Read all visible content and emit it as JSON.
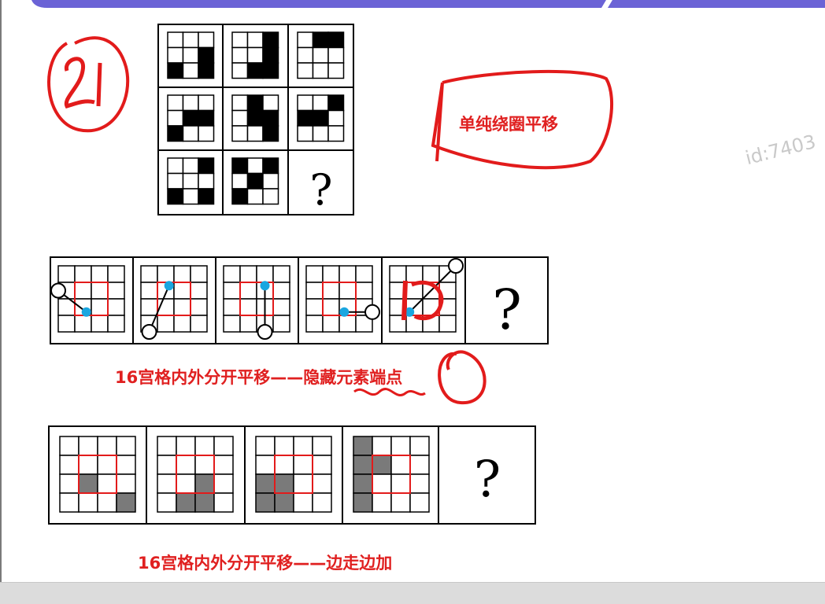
{
  "annotations": {
    "handwritten_number": "21",
    "note_box_text": "单纯绕圈平移"
  },
  "captions": {
    "caption_2": "16宫格内外分开平移——隐藏元素端点",
    "caption_3": "16宫格内外分开平移——边走边加"
  },
  "watermark": "id:7403",
  "puzzles": {
    "question_mark": "?"
  },
  "colors": {
    "accent_bar": "#6b63d6",
    "annotation_red": "#e02020",
    "dot_blue": "#1aa6e0",
    "gray_fill": "#7a7a7a"
  }
}
